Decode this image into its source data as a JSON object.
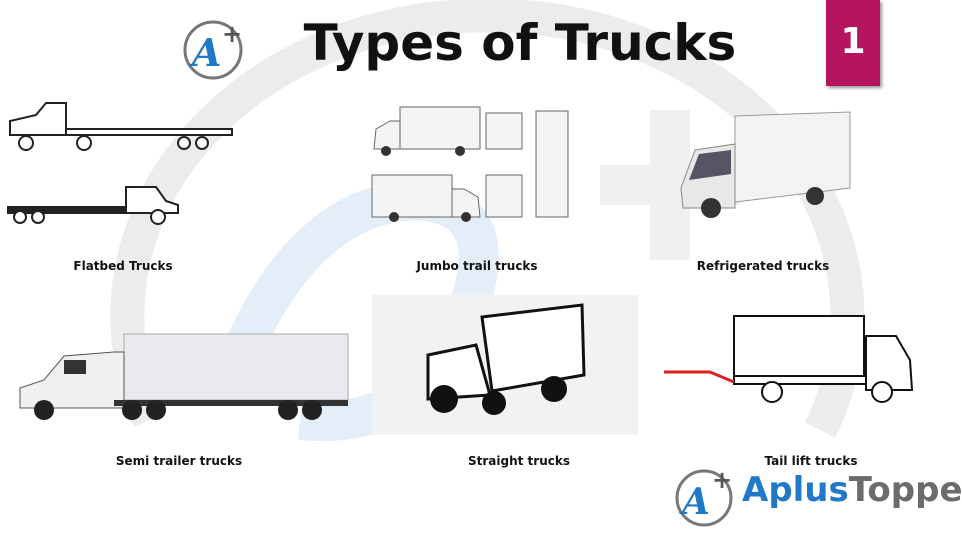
{
  "title": "Types of Trucks",
  "page_number": "1",
  "brand": {
    "part1": "Aplus",
    "part2": "Topper"
  },
  "colors": {
    "badge": "#b5155f",
    "brand_blue": "#1f78c8",
    "brand_gray": "#6b6b6b",
    "tail_lift_red": "#e02020"
  },
  "trucks": [
    {
      "label": "Flatbed Trucks"
    },
    {
      "label": "Jumbo trail trucks"
    },
    {
      "label": "Refrigerated trucks"
    },
    {
      "label": "Semi trailer trucks"
    },
    {
      "label": "Straight trucks"
    },
    {
      "label": "Tail lift trucks"
    }
  ]
}
